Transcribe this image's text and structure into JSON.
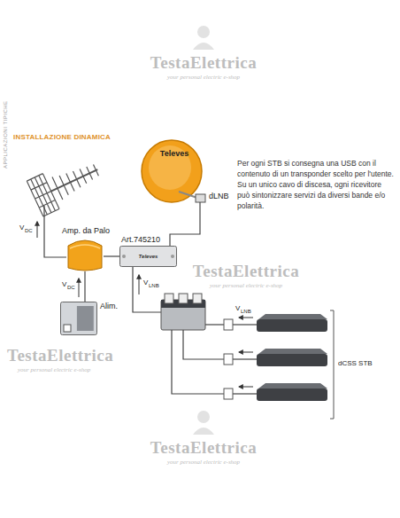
{
  "diagram": {
    "title": "INSTALLAZIONE DINAMICA",
    "nodes": [
      {
        "text": [
          "Televes",
          "dLNB"
        ]
      },
      {
        "text": [
          "Amp. da Palo"
        ]
      },
      {
        "text": [
          "Art.745210",
          "Televes"
        ]
      },
      {
        "text": [
          "Alim."
        ]
      }
    ],
    "edges": [
      {
        "from": 0,
        "to": 2,
        "arrow": "none"
      },
      {
        "from": 1,
        "to": 2,
        "arrow": "none"
      },
      {
        "from": 3,
        "to": 1,
        "arrow": "none"
      }
    ],
    "labels": [
      "APPLICAZIONI TIPICHE",
      "TestaElettrica",
      "your personal electric e-shop",
      "TestaElettrica",
      "your personal electric e-shop",
      "TestaElettrica",
      "your personal electric e-shop",
      "TestaElettrica",
      "your personal electric e-shop",
      "Per ogni STB si consegna una USB con il contenuto di un transponder scelto per l'utente. Su un unico cavo di discesa, ogni ricevitore può sintonizzare servizi da diversi bande e/o polarità.",
      "V",
      "DC",
      "V",
      "DC",
      "V",
      "LNB",
      "V",
      "LNB",
      "dCSS STB"
    ]
  }
}
